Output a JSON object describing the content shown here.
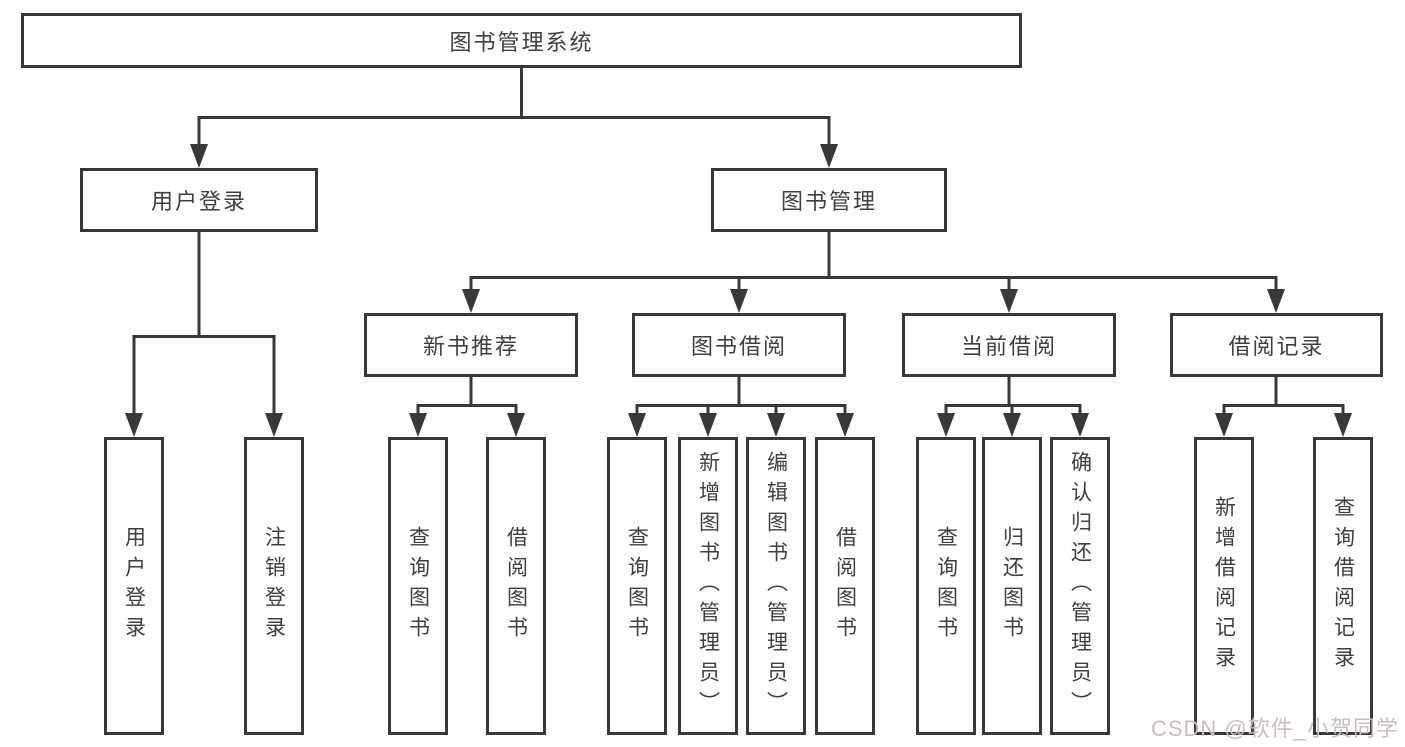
{
  "colors": {
    "line": "#383838",
    "box_border": "#383838",
    "text": "#3f3f3f",
    "background": "#ffffff",
    "watermark": "#c8bcc2"
  },
  "watermark": "CSDN @软件_小贺同学",
  "tree": {
    "root": {
      "label": "图书管理系统"
    },
    "branches": [
      {
        "label": "用户登录",
        "children": [
          {
            "label": "用户登录"
          },
          {
            "label": "注销登录"
          }
        ]
      },
      {
        "label": "图书管理",
        "children": [
          {
            "label": "新书推荐",
            "children": [
              {
                "label": "查询图书"
              },
              {
                "label": "借阅图书"
              }
            ]
          },
          {
            "label": "图书借阅",
            "children": [
              {
                "label": "查询图书"
              },
              {
                "label": "新增图书（管理员）"
              },
              {
                "label": "编辑图书（管理员）"
              },
              {
                "label": "借阅图书"
              }
            ]
          },
          {
            "label": "当前借阅",
            "children": [
              {
                "label": "查询图书"
              },
              {
                "label": "归还图书"
              },
              {
                "label": "确认归还（管理员）"
              }
            ]
          },
          {
            "label": "借阅记录",
            "children": [
              {
                "label": "新增借阅记录"
              },
              {
                "label": "查询借阅记录"
              }
            ]
          }
        ]
      }
    ]
  }
}
